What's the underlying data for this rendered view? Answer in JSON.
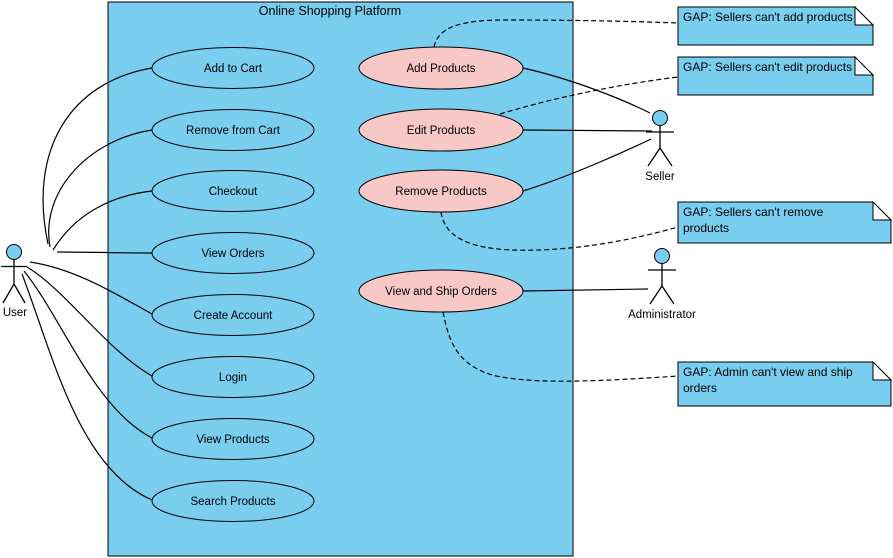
{
  "diagram": {
    "title": "Online Shopping Platform"
  },
  "colors": {
    "system_fill": "#79CDEE",
    "user_use_case_fill": "#79CDEE",
    "gap_use_case_fill": "#F8C8C6",
    "note_fill": "#79CDEE",
    "actor_head_fill": "#79CDEE",
    "stroke": "#000000"
  },
  "actors": {
    "user": "User",
    "seller": "Seller",
    "administrator": "Administrator"
  },
  "use_cases": {
    "user": [
      "Add to Cart",
      "Remove from Cart",
      "Checkout",
      "View Orders",
      "Create Account",
      "Login",
      "View Products",
      "Search Products"
    ],
    "gap": [
      "Add Products",
      "Edit Products",
      "Remove Products",
      "View and Ship Orders"
    ]
  },
  "notes": [
    "GAP: Sellers can't add products",
    "GAP: Sellers can't edit products",
    "GAP: Sellers can't remove products",
    "GAP: Admin can't view and ship orders"
  ]
}
